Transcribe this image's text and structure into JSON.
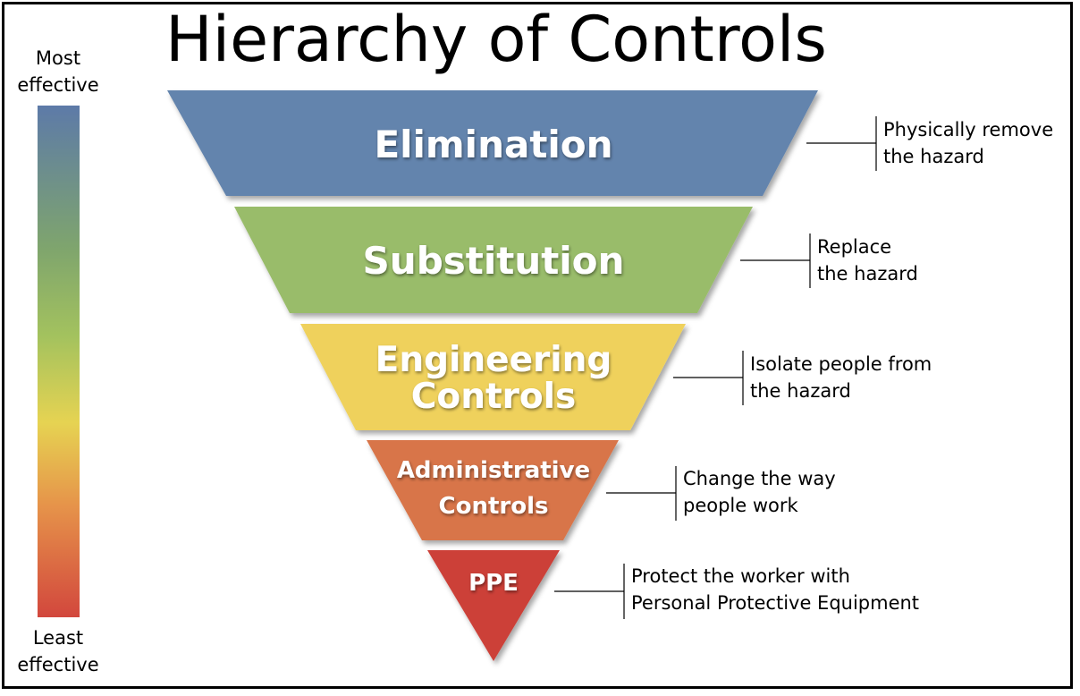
{
  "title": "Hierarchy of Controls",
  "scale": {
    "top_label_line1": "Most",
    "top_label_line2": "effective",
    "bottom_label_line1": "Least",
    "bottom_label_line2": "effective"
  },
  "levels": [
    {
      "name_line1": "Elimination",
      "name_line2": "",
      "desc_line1": "Physically remove",
      "desc_line2": "the hazard",
      "color": "#6384ad"
    },
    {
      "name_line1": "Substitution",
      "name_line2": "",
      "desc_line1": "Replace",
      "desc_line2": "the hazard",
      "color": "#99bc6a"
    },
    {
      "name_line1": "Engineering",
      "name_line2": "Controls",
      "desc_line1": "Isolate people from",
      "desc_line2": "the hazard",
      "color": "#efd15c"
    },
    {
      "name_line1": "Administrative",
      "name_line2": "Controls",
      "desc_line1": "Change the way",
      "desc_line2": "people work",
      "color": "#d8754a"
    },
    {
      "name_line1": "PPE",
      "name_line2": "",
      "desc_line1": "Protect the worker with",
      "desc_line2": "Personal Protective Equipment",
      "color": "#cc4038"
    }
  ]
}
